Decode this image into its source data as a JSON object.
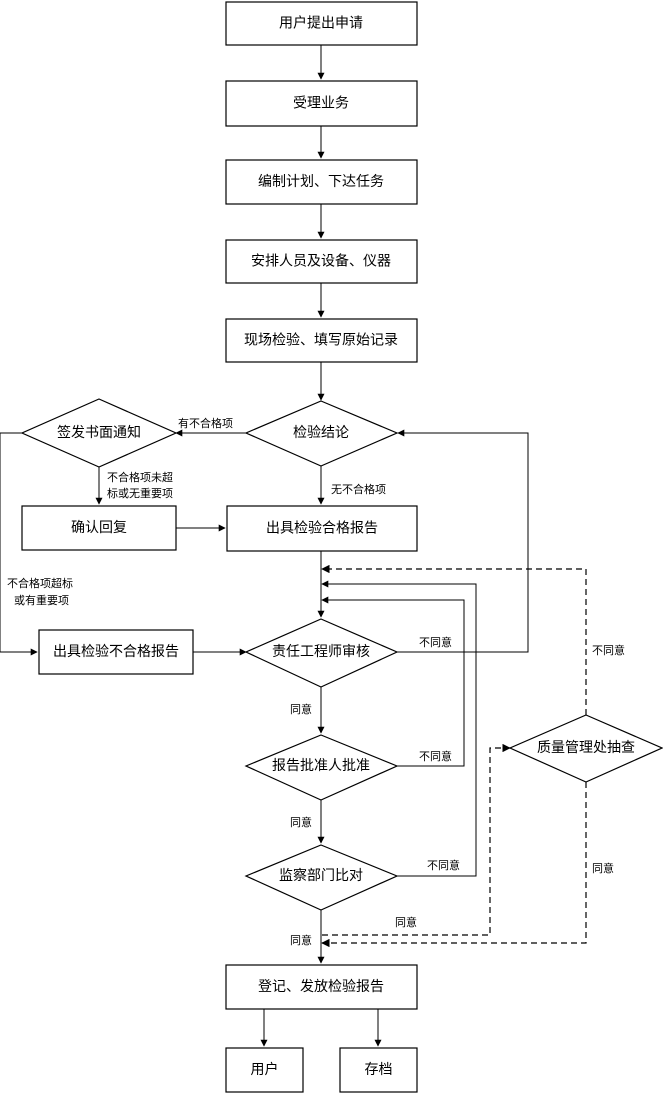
{
  "nodes": {
    "apply": "用户提出申请",
    "accept": "受理业务",
    "plan": "编制计划、下达任务",
    "arrange": "安排人员及设备、仪器",
    "inspect": "现场检验、填写原始记录",
    "conclusion": "检验结论",
    "notice": "签发书面通知",
    "confirm": "确认回复",
    "pass_report": "出具检验合格报告",
    "fail_report": "出具检验不合格报告",
    "engineer_review": "责任工程师审核",
    "approver": "报告批准人批准",
    "supervision": "监察部门比对",
    "qa_check": "质量管理处抽查",
    "register": "登记、发放检验报告",
    "user": "用户",
    "archive": "存档"
  },
  "edge_labels": {
    "has_nonconform": "有不合格项",
    "no_nonconform": "无不合格项",
    "minor_line1": "不合格项未超",
    "minor_line2": "标或无重要项",
    "major_line1": "不合格项超标",
    "major_line2": "或有重要项",
    "disagree": "不同意",
    "agree": "同意"
  }
}
